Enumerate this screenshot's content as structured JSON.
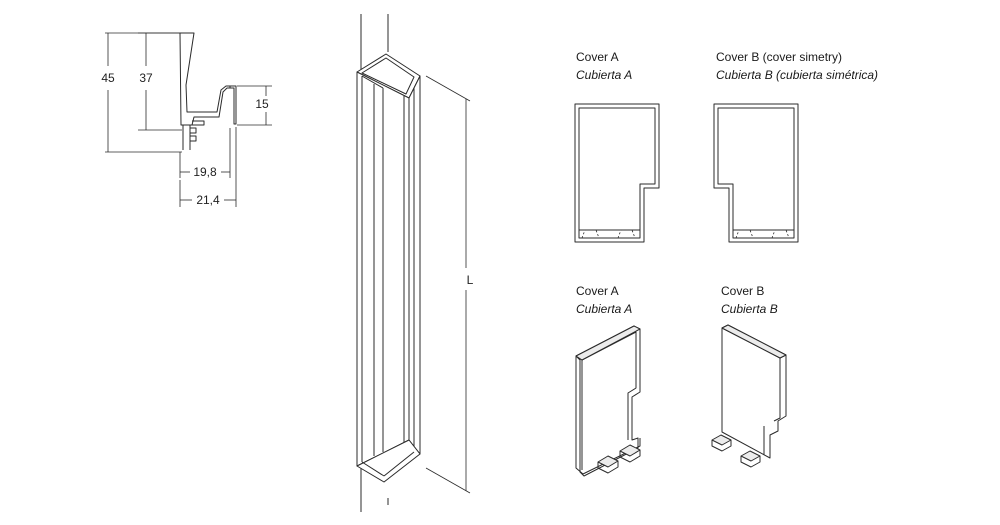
{
  "profile_dimensions": {
    "height_total": "45",
    "height_inner": "37",
    "height_lip": "15",
    "width_inner": "19,8",
    "width_total": "21,4"
  },
  "length_label": "L",
  "covers": [
    {
      "title": "Cover A",
      "subtitle": "Cubierta A"
    },
    {
      "title": "Cover B (cover simetry)",
      "subtitle": "Cubierta B (cubierta simétrica)"
    },
    {
      "title": "Cover A",
      "subtitle": "Cubierta A"
    },
    {
      "title": "Cover B",
      "subtitle": "Cubierta B"
    }
  ]
}
